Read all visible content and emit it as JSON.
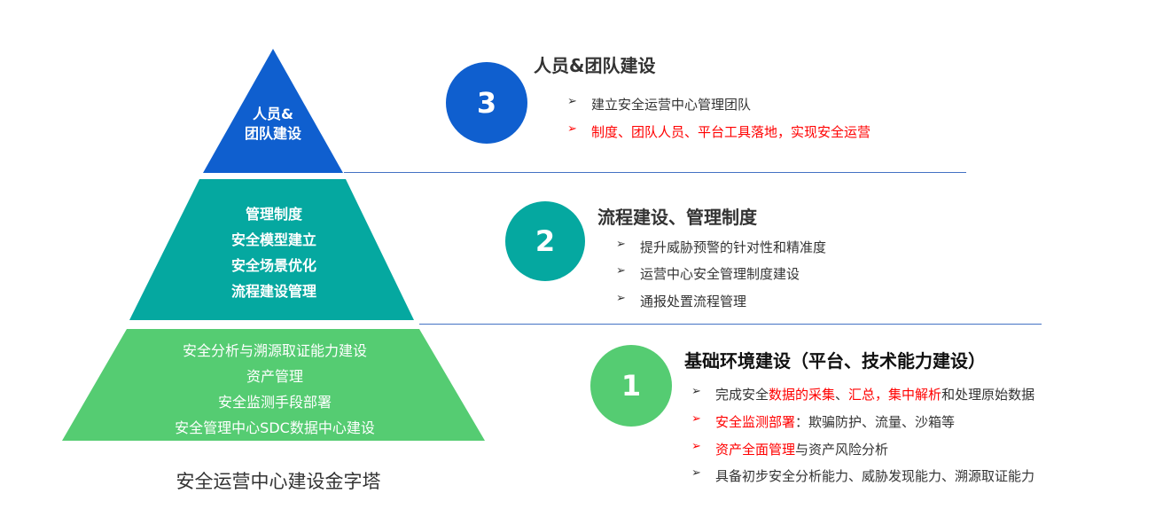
{
  "colors": {
    "tier3": "#0f5fcf",
    "tier2": "#05a8a0",
    "tier1": "#55cc72",
    "highlight": "#ff0000"
  },
  "pyramid": {
    "caption": "安全运营中心建设金字塔",
    "tier3": {
      "lines": [
        "人员&",
        "团队建设"
      ]
    },
    "tier2": {
      "lines": [
        "管理制度",
        "安全模型建立",
        "安全场景优化",
        "流程建设管理"
      ]
    },
    "tier1": {
      "lines": [
        "安全分析与溯源取证能力建设",
        "资产管理",
        "安全监测手段部署",
        "安全管理中心SDC数据中心建设"
      ]
    }
  },
  "sections": [
    {
      "number": "3",
      "heading": "人员&团队建设",
      "bullets": [
        {
          "icon": "arrow-bullet-icon",
          "segments": [
            {
              "text": "建立安全运营中心管理团队",
              "red": false
            }
          ]
        },
        {
          "icon": "arrow-bullet-icon",
          "red_arrow": true,
          "segments": [
            {
              "text": "制度、团队人员、平台工具落地，实现安全运营",
              "red": true
            }
          ]
        }
      ]
    },
    {
      "number": "2",
      "heading": "流程建设、管理制度",
      "bullets": [
        {
          "icon": "arrow-bullet-icon",
          "segments": [
            {
              "text": "提升威胁预警的针对性和精准度",
              "red": false
            }
          ]
        },
        {
          "icon": "arrow-bullet-icon",
          "segments": [
            {
              "text": "运营中心安全管理制度建设",
              "red": false
            }
          ]
        },
        {
          "icon": "arrow-bullet-icon",
          "segments": [
            {
              "text": "通报处置流程管理",
              "red": false
            }
          ]
        }
      ]
    },
    {
      "number": "1",
      "heading": "基础环境建设（平台、技术能力建设）",
      "bullets": [
        {
          "icon": "arrow-bullet-icon",
          "segments": [
            {
              "text": "完成安全",
              "red": false
            },
            {
              "text": "数据的采集",
              "red": true
            },
            {
              "text": "、",
              "red": false
            },
            {
              "text": "汇总，集中解析",
              "red": true
            },
            {
              "text": "和处理原始数据",
              "red": false
            }
          ]
        },
        {
          "icon": "arrow-bullet-icon",
          "red_arrow": true,
          "segments": [
            {
              "text": "安全监测部署",
              "red": true
            },
            {
              "text": "：欺骗防护、流量、沙箱等",
              "red": false
            }
          ]
        },
        {
          "icon": "arrow-bullet-icon",
          "red_arrow": true,
          "segments": [
            {
              "text": "资产全面管理",
              "red": true
            },
            {
              "text": "与资产风险分析",
              "red": false
            }
          ]
        },
        {
          "icon": "arrow-bullet-icon",
          "segments": [
            {
              "text": "具备初步安全分析能力、威胁发现能力、溯源取证能力",
              "red": false
            }
          ]
        }
      ]
    }
  ]
}
